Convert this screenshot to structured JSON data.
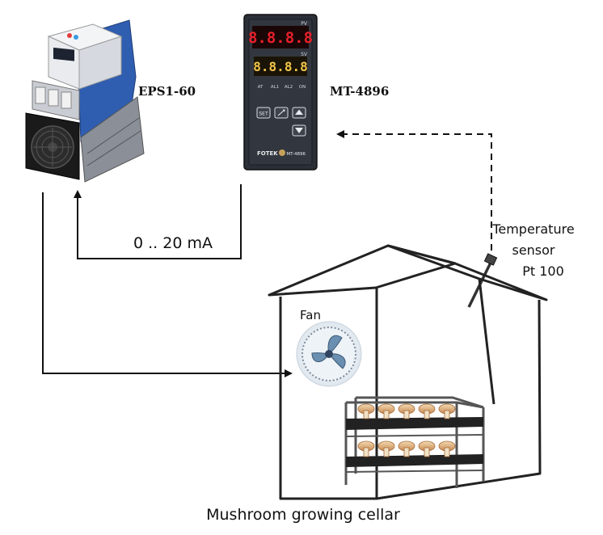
{
  "devices": {
    "power_controller": {
      "model": "EPS1-60"
    },
    "temperature_controller": {
      "model": "MT-4896",
      "brand": "FOTEK",
      "panel_model": "MT-4896",
      "pv_label": "PV",
      "sv_label": "SV",
      "pv_display": "8.8.8.8",
      "sv_display": "8.8.8.8",
      "indicators": [
        "AT",
        "AL1",
        "AL2",
        "ON"
      ],
      "buttons": [
        "SET",
        "",
        "",
        ""
      ]
    }
  },
  "signal": {
    "label": "0 .. 20 mA"
  },
  "sensor": {
    "line1": "Temperature",
    "line2": "sensor",
    "line3": "Pt 100"
  },
  "fan": {
    "label": "Fan"
  },
  "cellar": {
    "caption": "Mushroom growing cellar"
  },
  "colors": {
    "line": "#111111",
    "lcd_red": "#e8202a",
    "lcd_amber": "#f2c64a",
    "controller_body": "#2b2f36",
    "heatsink_blue": "#2f5db0"
  }
}
